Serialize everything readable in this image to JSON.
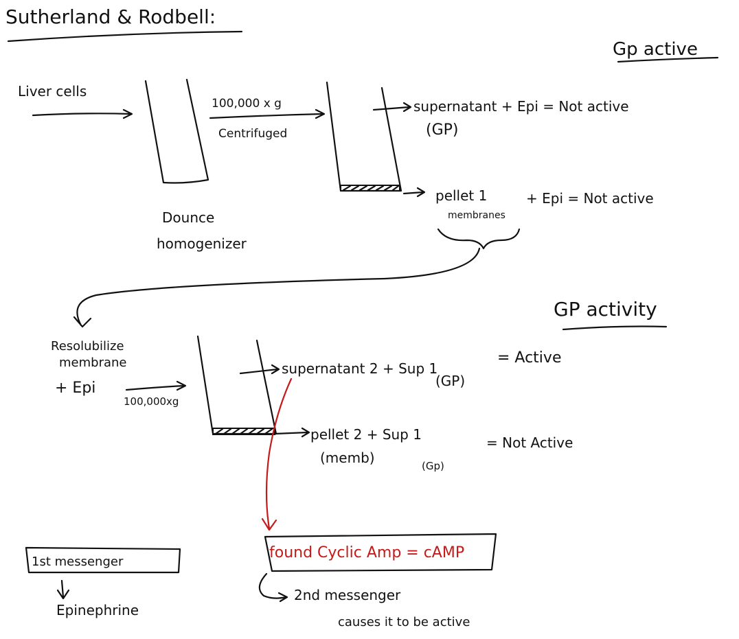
{
  "title": "Sutherland & Rodbell:",
  "heading_gp_active": "Gp active",
  "heading_gp_activity": "GP activity",
  "liver_cells": "Liver cells",
  "centrifuge_speed_1": "100,000 x g",
  "centrifuged": "Centrifuged",
  "dounce_line1": "Dounce",
  "dounce_line2": "homogenizer",
  "supernatant_1": "supernatant + Epi = Not active",
  "gp_1": "(GP)",
  "pellet_1": "pellet 1",
  "pellet_1_result": "+ Epi  = Not active",
  "membranes": "membranes",
  "resolubilize_line1": "Resolubilize",
  "resolubilize_line2": "membrane",
  "plus_epi": "+ Epi",
  "centrifuge_speed_2": "100,000xg",
  "supernatant_2": "supernatant 2 + Sup 1",
  "supernatant_2_result": "= Active",
  "gp_2": "(GP)",
  "pellet_2": "pellet 2  + Sup 1",
  "pellet_2_result": "= Not Active",
  "memb": "(memb)",
  "gp_3": "(Gp)",
  "found_camp": "found Cyclic Amp = cAMP",
  "first_messenger": "1st messenger",
  "epinephrine": "Epinephrine",
  "second_messenger": "2nd messenger",
  "causes_active": "causes it to be active",
  "colors": {
    "ink": "#111111",
    "highlight": "#c41a1a"
  }
}
